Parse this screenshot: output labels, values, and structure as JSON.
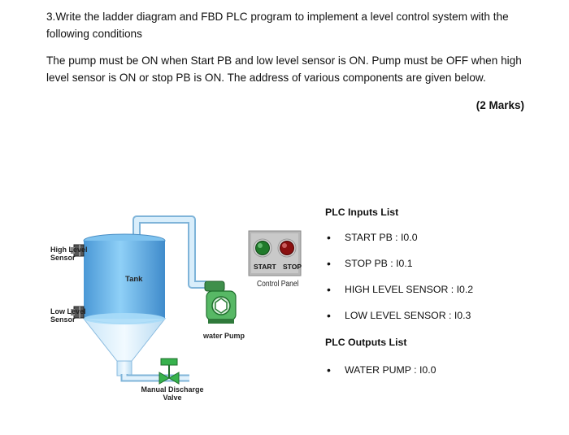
{
  "question": {
    "title": "3.Write the ladder diagram and FBD PLC program to implement a level control system with the following conditions",
    "body": "The pump must be ON when Start PB and low level sensor is ON. Pump must be OFF when high level sensor is ON or stop PB is ON. The address of various components are given below.",
    "marks": "(2 Marks)"
  },
  "diagram": {
    "high_level_sensor": "High Level Sensor",
    "low_level_sensor": "Low Level Sensor",
    "tank": "Tank",
    "water_pump": "water Pump",
    "valve": "Manual Discharge Valve",
    "start_label": "START",
    "stop_label": "STOP",
    "control_panel": "Control Panel",
    "colors": {
      "tank": "#6fb6e8",
      "pipe": "#b8dcf5",
      "start_button": "#1f7a2a",
      "stop_button": "#8a1010",
      "valve": "#37b24d"
    }
  },
  "plc_inputs": {
    "heading": "PLC Inputs List",
    "items": [
      "START PB : I0.0",
      "STOP PB : I0.1",
      "HIGH LEVEL SENSOR : I0.2",
      "LOW LEVEL SENSOR : I0.3"
    ]
  },
  "plc_outputs": {
    "heading": "PLC Outputs List",
    "items": [
      "WATER PUMP : I0.0"
    ]
  }
}
